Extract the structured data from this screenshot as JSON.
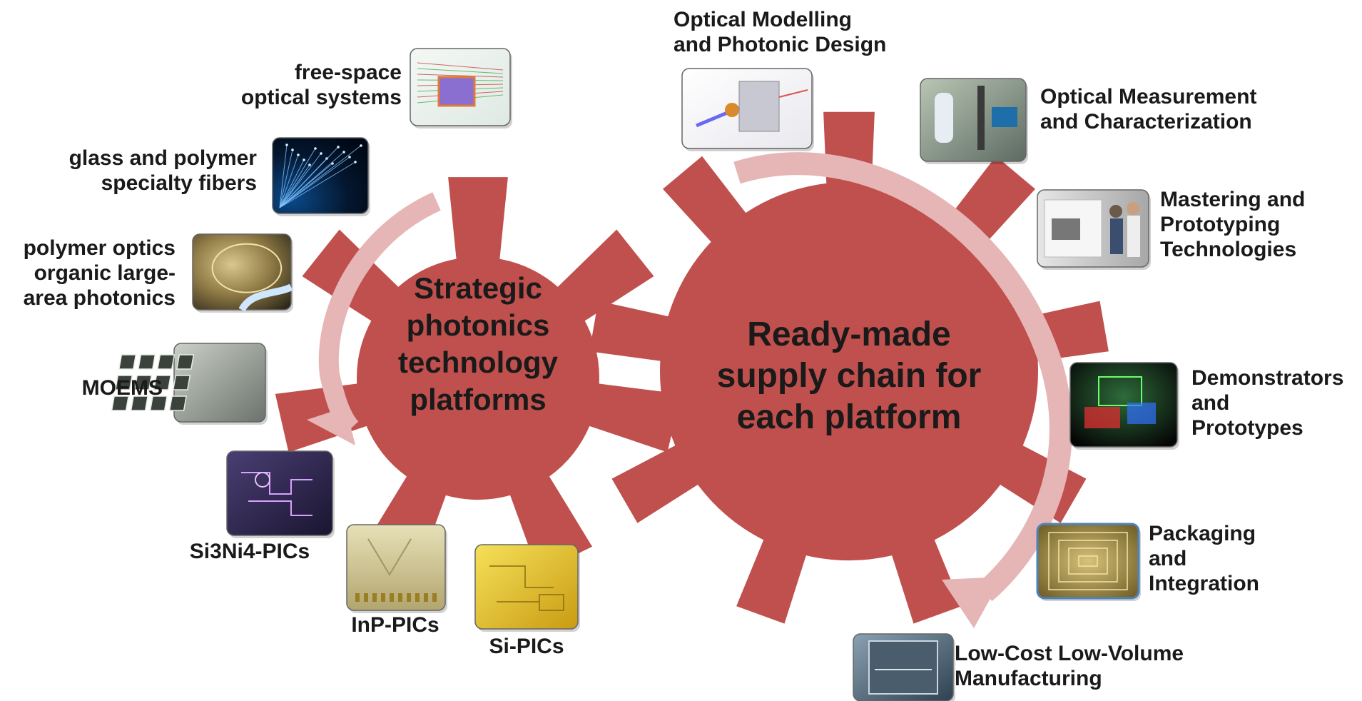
{
  "left_gear": {
    "lines": [
      "Strategic",
      "photonics",
      "technology",
      "platforms"
    ]
  },
  "right_gear": {
    "lines": [
      "Ready-made",
      "supply chain for",
      "each platform"
    ]
  },
  "platforms": [
    {
      "id": "free-space",
      "lines": [
        "free-space",
        "optical systems"
      ],
      "icon": "free-space-optics-photo"
    },
    {
      "id": "fibers",
      "lines": [
        "glass and polymer",
        "specialty fibers"
      ],
      "icon": "optical-fibers-photo"
    },
    {
      "id": "polymer",
      "lines": [
        "polymer optics",
        "organic large-",
        "area photonics"
      ],
      "icon": "polymer-optics-photo"
    },
    {
      "id": "moems",
      "lines": [
        "MOEMS"
      ],
      "icon": "moems-chip-photo"
    },
    {
      "id": "si3n4",
      "lines": [
        "Si3Ni4-PICs"
      ],
      "icon": "si3n4-chip-photo"
    },
    {
      "id": "inp",
      "lines": [
        "InP-PICs"
      ],
      "icon": "inp-chip-photo"
    },
    {
      "id": "si",
      "lines": [
        "Si-PICs"
      ],
      "icon": "si-chip-photo"
    }
  ],
  "supply_chain": [
    {
      "id": "modelling",
      "lines": [
        "Optical Modelling",
        "and Photonic Design"
      ],
      "icon": "optical-design-render"
    },
    {
      "id": "measurement",
      "lines": [
        "Optical Measurement",
        "and Characterization"
      ],
      "icon": "lab-measurement-photo"
    },
    {
      "id": "mastering",
      "lines": [
        "Mastering and",
        "Prototyping",
        "Technologies"
      ],
      "icon": "prototyping-machine-photo"
    },
    {
      "id": "demonstrators",
      "lines": [
        "Demonstrators",
        "and",
        "Prototypes"
      ],
      "icon": "demonstrator-photo"
    },
    {
      "id": "packaging",
      "lines": [
        "Packaging",
        "and",
        "Integration"
      ],
      "icon": "packaged-chip-photo"
    },
    {
      "id": "manufacturing",
      "lines": [
        "Low-Cost Low-Volume",
        "Manufacturing"
      ],
      "icon": "manufacturing-equipment-photo"
    }
  ],
  "colors": {
    "gear": "#c0504d",
    "arrow": "#e6b5b5",
    "text": "#1a1a1a"
  }
}
